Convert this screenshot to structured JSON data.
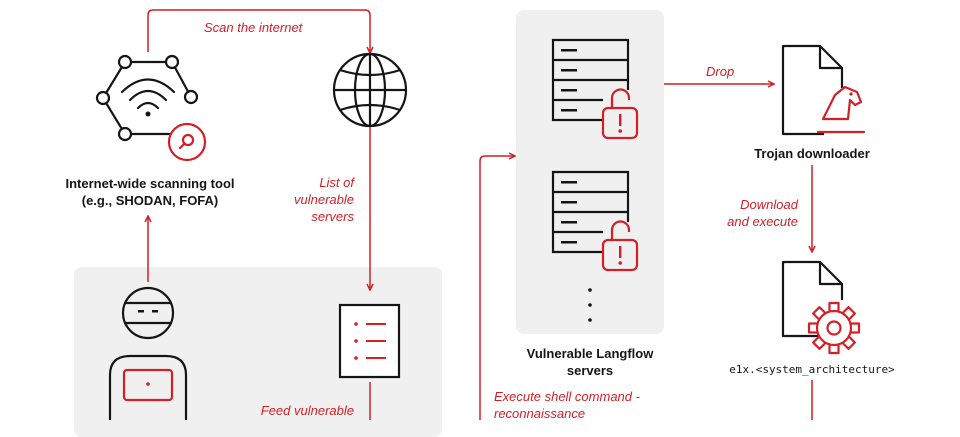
{
  "labels": {
    "scanning_tool_1": "Internet-wide scanning tool",
    "scanning_tool_2": "(e.g., SHODAN, FOFA)",
    "vulnerable_1": "Vulnerable Langflow",
    "vulnerable_2": "servers",
    "trojan": "Trojan downloader",
    "payload": "e1x.<system_architecture>"
  },
  "edges": {
    "scan": "Scan the internet",
    "list_1": "List of",
    "list_2": "vulnerable",
    "list_3": "servers",
    "drop": "Drop",
    "download_1": "Download",
    "download_2": "and execute",
    "execute_1": "Execute shell command -",
    "execute_2": "reconnaissance",
    "feed": "Feed vulnerable"
  },
  "colors": {
    "accent": "#d31f26",
    "ink": "#151515",
    "panel": "#f0f0f0"
  },
  "icons": [
    "network-scan-icon",
    "magnifier-icon",
    "globe-icon",
    "attacker-icon",
    "laptop-icon",
    "target-list-icon",
    "server-icon",
    "unlock-warning-icon",
    "document-icon",
    "trojan-horse-icon",
    "gear-icon"
  ]
}
